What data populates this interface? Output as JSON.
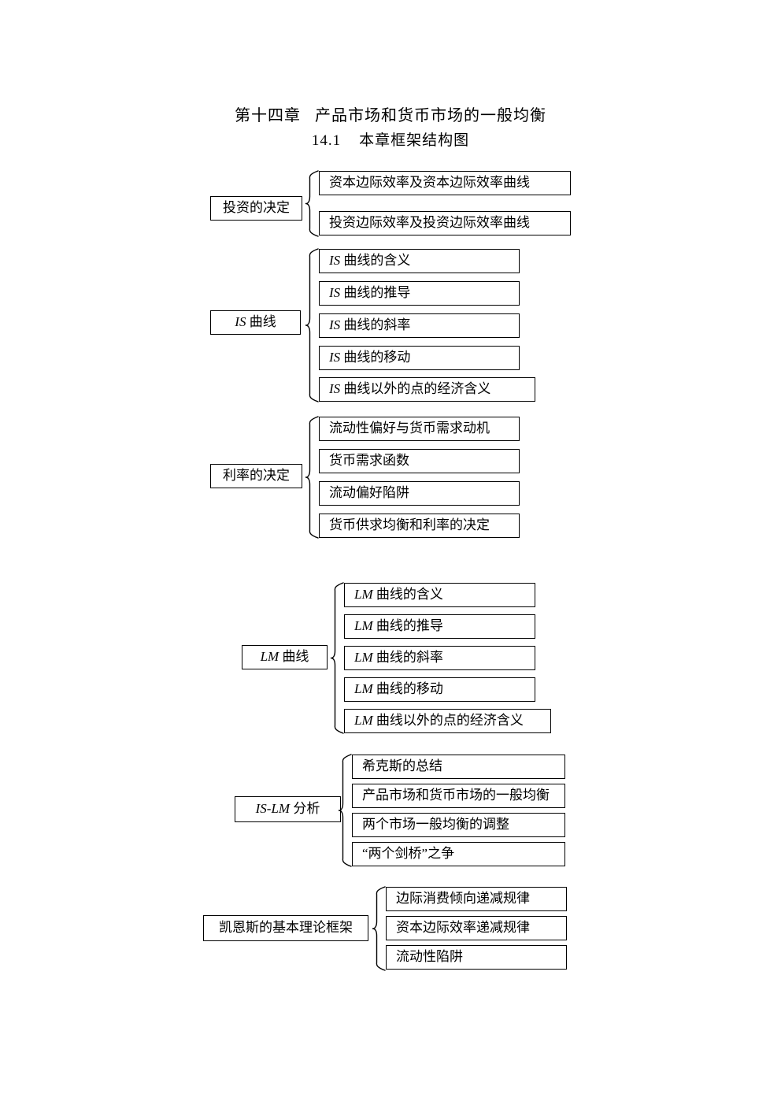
{
  "document": {
    "title": "第十四章   产品市场和货币市场的一般均衡",
    "subtitle": "14.1    本章框架结构图"
  },
  "diagram": {
    "type": "tree-outline",
    "connector": "curly-brace",
    "groups": [
      {
        "id": "investment-decision",
        "parent": "投资的决定",
        "children": [
          "资本边际效率及资本边际效率曲线",
          "投资边际效率及投资边际效率曲线"
        ]
      },
      {
        "id": "is-curve",
        "parent": "IS 曲线",
        "parent_italic_prefix": "IS",
        "children": [
          "IS 曲线的含义",
          "IS 曲线的推导",
          "IS 曲线的斜率",
          "IS 曲线的移动",
          "IS 曲线以外的点的经济含义"
        ],
        "child_italic_prefix": "IS"
      },
      {
        "id": "interest-rate-decision",
        "parent": "利率的决定",
        "children": [
          "流动性偏好与货币需求动机",
          "货币需求函数",
          "流动偏好陷阱",
          "货币供求均衡和利率的决定"
        ]
      },
      {
        "id": "lm-curve",
        "parent": "LM 曲线",
        "parent_italic_prefix": "LM",
        "children": [
          "LM 曲线的含义",
          "LM 曲线的推导",
          "LM 曲线的斜率",
          "LM 曲线的移动",
          "LM 曲线以外的点的经济含义"
        ],
        "child_italic_prefix": "LM"
      },
      {
        "id": "is-lm-analysis",
        "parent": "IS-LM 分析",
        "parent_italic_prefix": "IS-LM",
        "children": [
          "希克斯的总结",
          "产品市场和货币市场的一般均衡",
          "两个市场一般均衡的调整",
          "“两个剑桥”之争"
        ]
      },
      {
        "id": "keynes-framework",
        "parent": "凯恩斯的基本理论框架",
        "children": [
          "边际消费倾向递减规律",
          "资本边际效率递减规律",
          "流动性陷阱"
        ]
      }
    ]
  },
  "style": {
    "ink": "#000000",
    "paper": "#ffffff"
  }
}
